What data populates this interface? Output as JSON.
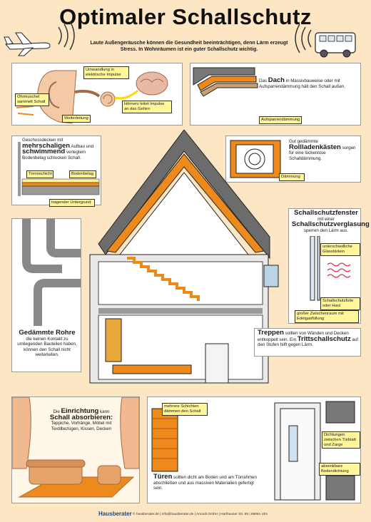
{
  "title": "Optimaler Schallschutz",
  "intro": "Laute Außengeräusche können die Gesundheit beeinträchtigen, denn Lärm erzeugt Stress. In Wohnräumen ist ein guter Schallschutz wichtig.",
  "ear": {
    "label_conversion": "Umwandlung in elektrische Impulse",
    "label_shell": "Ohrmuschel sammelt Schall",
    "label_transfer": "Weiterleitung",
    "label_brain": "Hörnerv leitet Impulse an das Gehirn"
  },
  "roof": {
    "text_a": "Das ",
    "text_big": "Dach",
    "text_b": " in Massivbauweise oder mit Aufsparrendämmung hält den Schall außen.",
    "label": "Aufsparrendämmung"
  },
  "ceiling": {
    "text_a": "Geschossdecken mit",
    "text_big1": "mehrschaligen",
    "text_b": " Aufbau und ",
    "text_big2": "schwimmend",
    "text_c": " verlegtem Bodenbelag schlucken Schall.",
    "label_layer": "Trennschicht",
    "label_floor": "Bodenbelag",
    "label_base": "tragender Untergrund"
  },
  "shutter": {
    "text_a": "Gut gedämmte ",
    "text_big": "Rollladenkästen",
    "text_b": " sorgen für eine lückenlose Schalldämmung.",
    "label": "Dämmung"
  },
  "window": {
    "text_big1": "Schallschutzfenster",
    "text_a": " mit einer ",
    "text_big2": "Schallschutz",
    "text_big3": "verglasung",
    "text_b": " sperren den Lärm aus.",
    "label_glass": "unterschiedliche Glasstärken",
    "label_joints": "Schallschutzfolie oder Harz",
    "label_gap": "großer Zwischenraum mit Edelgasfüllung"
  },
  "pipes": {
    "text_big": "Gedämmte Rohre",
    "text": "die keinen Kontakt zu umliegenden Bauteilen haben, können den Schall nicht weiterleiten."
  },
  "stairs": {
    "text_big1": "Treppen",
    "text_a": " sollten von Wänden und Decken entkoppelt sein. Ein ",
    "text_big2": "Trittschallschutz",
    "text_b": " auf den Stufen hilft gegen Lärm."
  },
  "furniture": {
    "text_a": "Die ",
    "text_big1": "Einrichtung",
    "text_b": " kann ",
    "text_big2": "Schall absorbieren:",
    "text_c": "Teppiche, Vorhänge, Möbel mit Textilbezügen, Kissen, Decken"
  },
  "doors": {
    "label_layers": "mehrere Schichten dämmen den Schall",
    "label_seal": "Dichtungen zwischen Türblatt und Zarge",
    "label_bottom": "absenkbare Bodendichtung",
    "text_big": "Türen",
    "text": " sollten dicht am Boden und am Türrahmen abschließen und aus massiven Materialien gefertigt sein."
  },
  "footer": {
    "brand": "Hausberater",
    "text": "© hausberater.de | info@hausberater.de | Anondi GmbH | Harthauser Str. 85 | 89081 Ulm"
  },
  "colors": {
    "background": "#fde6c4",
    "orange": "#ee8a1c",
    "roof": "#6c6c6c",
    "label_bg": "#fff69a",
    "wall": "#e9e9e9"
  }
}
